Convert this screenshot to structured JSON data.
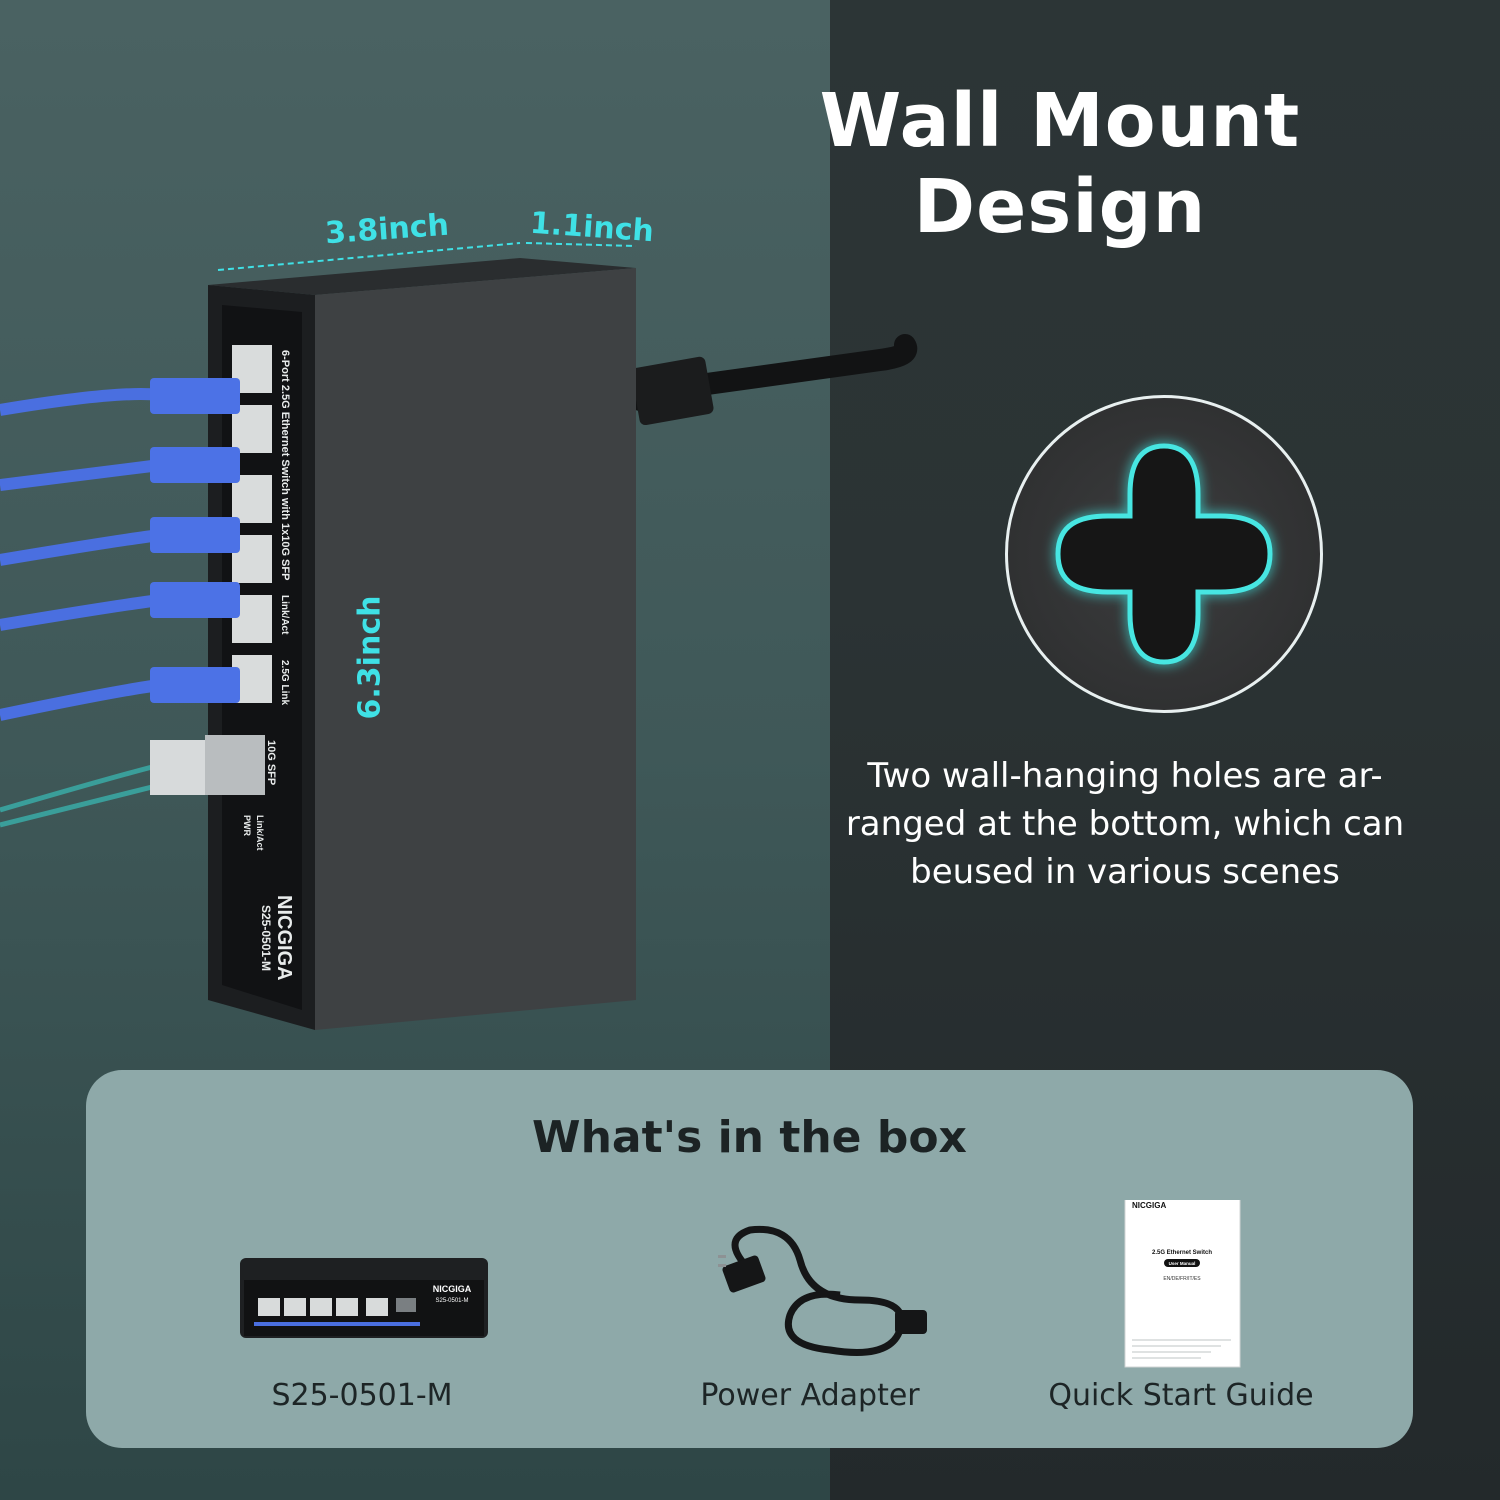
{
  "headline": "Wall Mount Design",
  "dimensions": {
    "width": "3.8inch",
    "depth": "1.1inch",
    "height": "6.3inch"
  },
  "device_front": {
    "product_line": "6-Port 2.5G Ethernet Switch with 1x10G SFP",
    "legend_linkact": "Link/Act",
    "legend_25g": "2.5G Link",
    "sfp_label": "10G SFP",
    "led_linkact": "Link/Act",
    "led_pwr": "PWR",
    "brand": "NICGIGA",
    "model": "S25-0501-M"
  },
  "wall_hole": {
    "description_lines": [
      "Two wall-hanging holes are ar-",
      "ranged at the bottom, which can",
      "beused in various scenes"
    ]
  },
  "in_the_box": {
    "title": "What's in the box",
    "items": [
      {
        "label": "S25-0501-M"
      },
      {
        "label": "Power Adapter"
      },
      {
        "label": "Quick Start Guide"
      }
    ],
    "guide_cover": {
      "brand": "NICGIGA",
      "product": "2.5G Ethernet Switch",
      "title": "User Manual",
      "languages": "EN/DE/FR/IT/ES"
    },
    "switch_front": {
      "brand": "NICGIGA",
      "model": "S25-0501-M"
    }
  },
  "colors": {
    "accent_cyan": "#3fe1e6",
    "cable_blue": "#4a6fe0",
    "fiber_teal": "#3a9e9a",
    "panel": "#8ea9a9"
  }
}
